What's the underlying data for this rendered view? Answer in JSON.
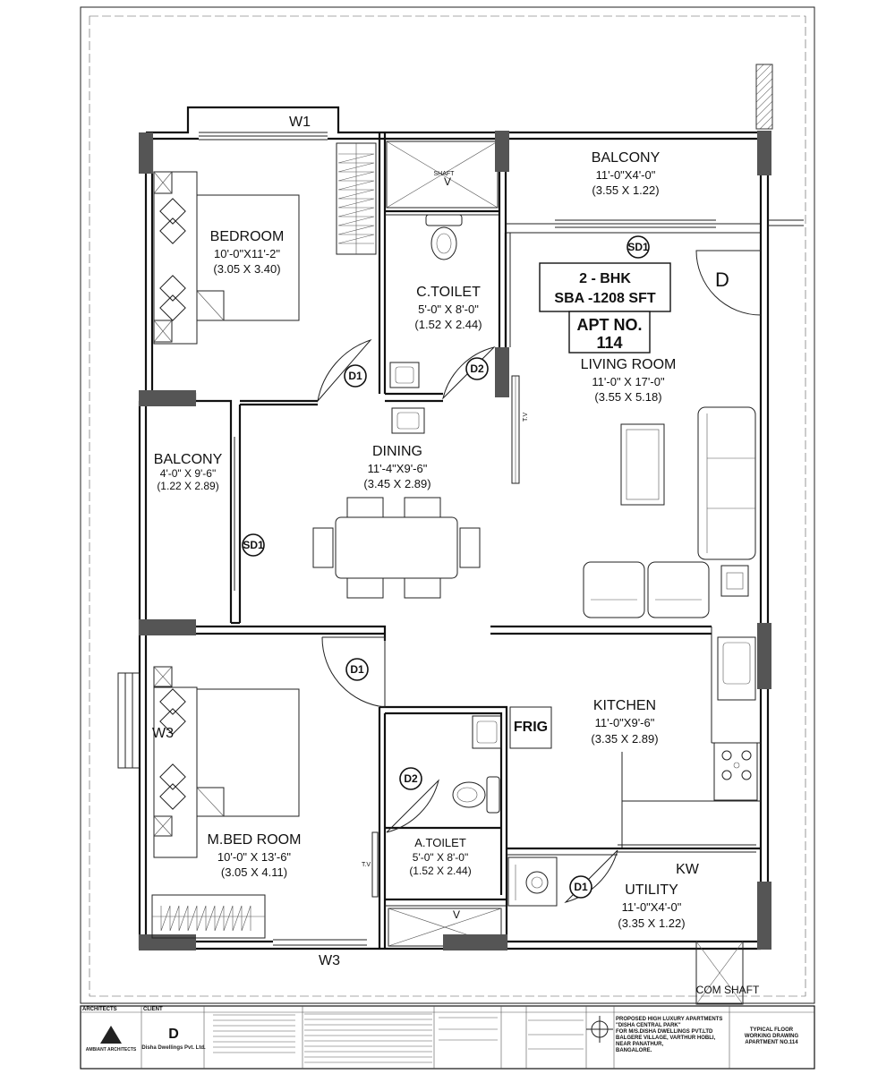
{
  "plan": {
    "apartment_type": "2 - BHK",
    "sba": "SBA -1208 SFT",
    "apt_label": "APT NO.",
    "apt_number": "114",
    "rooms": {
      "bedroom": {
        "name": "BEDROOM",
        "size_ft": "10'-0\"X11'-2\"",
        "size_m": "(3.05 X 3.40)"
      },
      "balcony_top": {
        "name": "BALCONY",
        "size_ft": "11'-0\"X4'-0\"",
        "size_m": "(3.55 X 1.22)"
      },
      "c_toilet": {
        "name": "C.TOILET",
        "size_ft": "5'-0\" X 8'-0\"",
        "size_m": "(1.52 X 2.44)"
      },
      "living": {
        "name": "LIVING ROOM",
        "size_ft": "11'-0\" X 17'-0\"",
        "size_m": "(3.55 X 5.18)"
      },
      "balcony_left": {
        "name": "BALCONY",
        "size_ft": "4'-0\" X 9'-6\"",
        "size_m": "(1.22 X 2.89)"
      },
      "dining": {
        "name": "DINING",
        "size_ft": "11'-4\"X9'-6\"",
        "size_m": "(3.45 X 2.89)"
      },
      "kitchen": {
        "name": "KITCHEN",
        "size_ft": "11'-0\"X9'-6\"",
        "size_m": "(3.35 X 2.89)"
      },
      "m_bed": {
        "name": "M.BED ROOM",
        "size_ft": "10'-0\" X 13'-6\"",
        "size_m": "(3.05 X 4.11)"
      },
      "a_toilet": {
        "name": "A.TOILET",
        "size_ft": "5'-0\" X 8'-0\"",
        "size_m": "(1.52 X 2.44)"
      },
      "utility": {
        "name": "UTILITY",
        "size_ft": "11'-0\"X4'-0\"",
        "size_m": "(3.35 X 1.22)"
      }
    },
    "tags": {
      "w1": "W1",
      "w3_left": "W3",
      "w3_bottom": "W3",
      "d_main": "D",
      "d1": "D1",
      "d2": "D2",
      "sd1": "SD1",
      "kw": "KW",
      "frig": "FRIG",
      "tv": "T.V",
      "shaft": "SHAFT",
      "v": "V",
      "com_shaft": "COM SHAFT"
    }
  },
  "title_block": {
    "architects_head": "ARCHITECTS",
    "architect_name": "AMBIANT ARCHITECTS",
    "client_head": "CLIENT",
    "client_name": "Disha Dwellings Pvt. Ltd.",
    "project_lines": [
      "PROPOSED HIGH LUXURY APARTMENTS",
      "\"DISHA CENTRAL PARK\"",
      "FOR M/S.DISHA DWELLINGS PVT.LTD",
      "BALGERE VILLAGE, VARTHUR HOBLI,",
      "NEAR PANATHUR,",
      "BANGALORE."
    ],
    "drawing_lines": [
      "TYPICAL FLOOR",
      "WORKING DRAWING",
      "APARTMENT NO.114"
    ]
  },
  "colors": {
    "line": "#111111",
    "column": "#555555",
    "background": "#ffffff"
  }
}
